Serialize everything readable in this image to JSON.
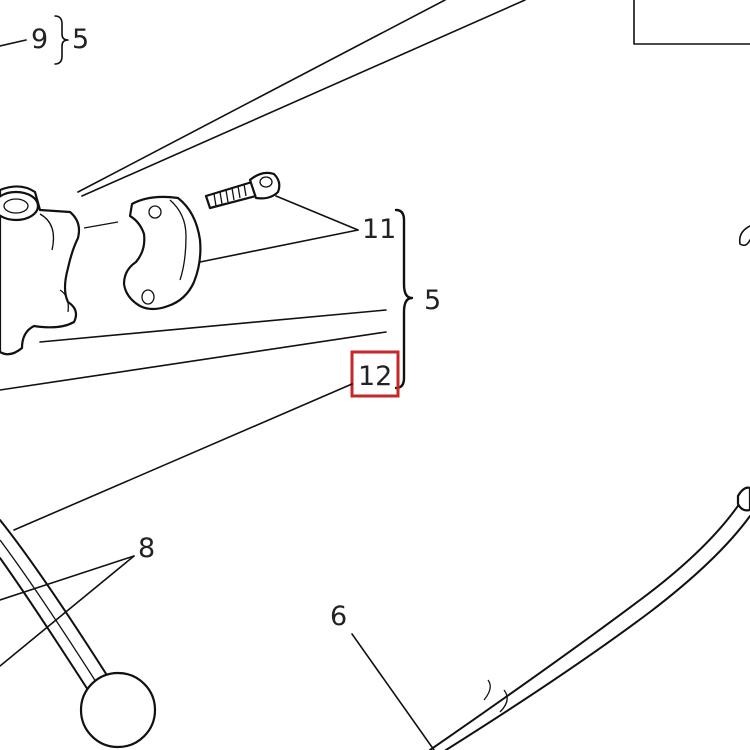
{
  "callouts": {
    "top_left_9": "9",
    "top_left_5": "5",
    "c11": "11",
    "c5": "5",
    "c12": "12",
    "c8": "8",
    "c6": "6"
  },
  "highlight": {
    "target": "12",
    "color": "#c62828"
  }
}
